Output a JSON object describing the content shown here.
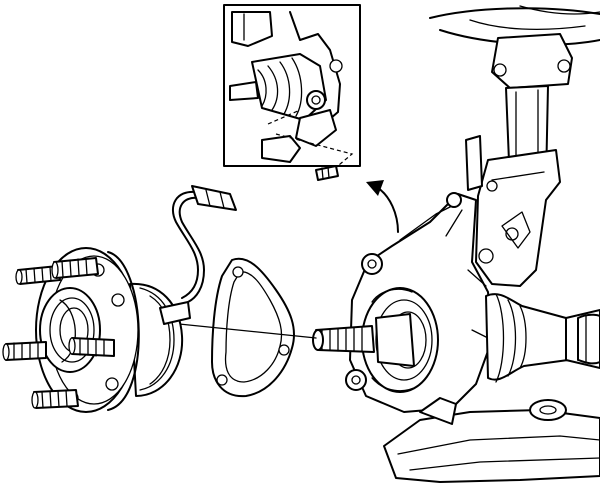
{
  "colors": {
    "line": "#000000",
    "background": "#ffffff"
  },
  "parts": [
    "wheel-hub-bearing-assembly",
    "wheel-speed-sensor-harness",
    "hub-gasket",
    "steering-knuckle",
    "axle-shaft",
    "strut",
    "lower-control-arm",
    "knuckle-bolt"
  ]
}
